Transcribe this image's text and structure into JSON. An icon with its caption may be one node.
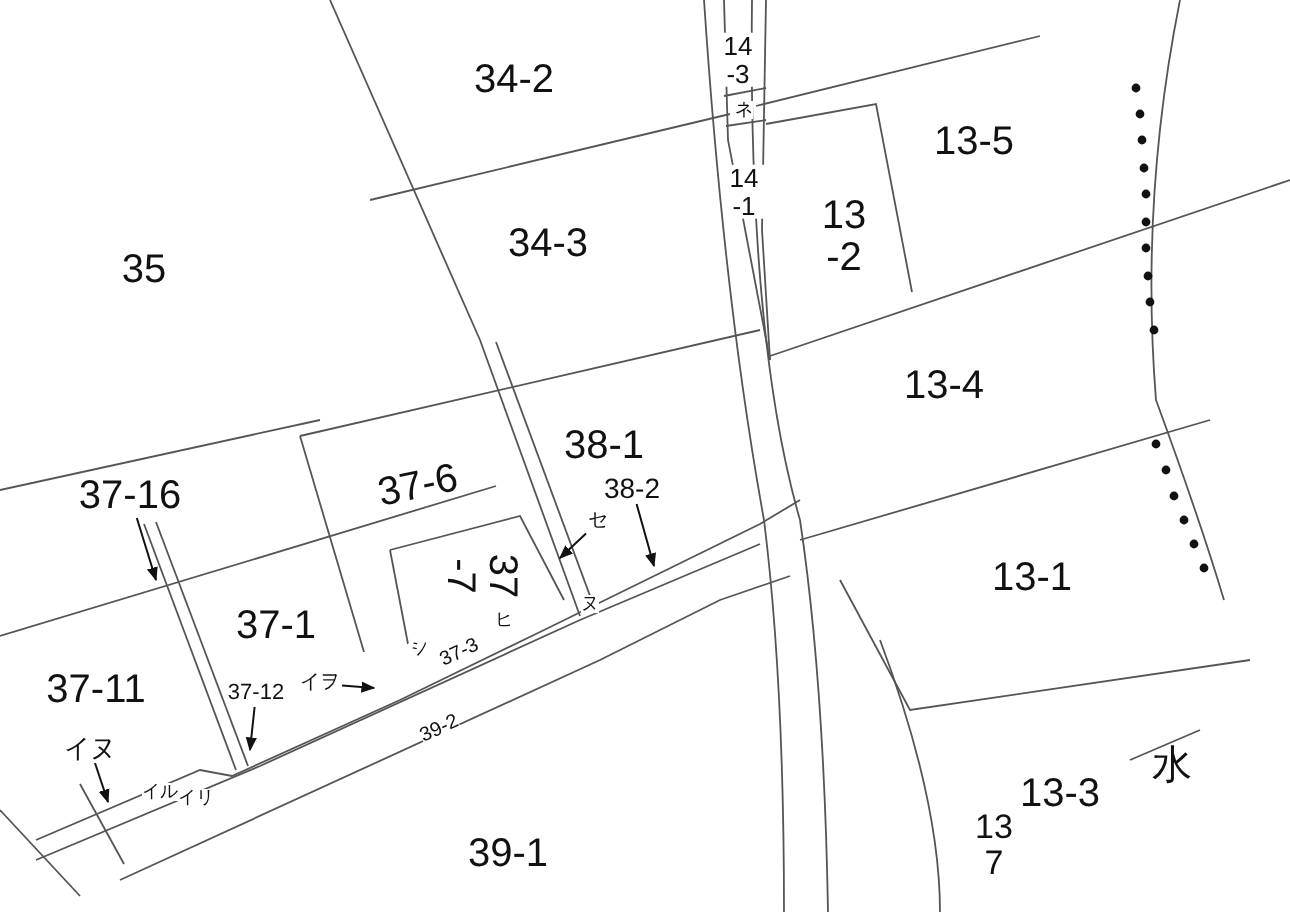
{
  "diagram": {
    "nodes": [
      {
        "text": [
          "37-16"
        ]
      },
      {
        "text": [
          "38-2"
        ]
      },
      {
        "text": [
          "セ"
        ]
      },
      {
        "text": [
          "イヲ"
        ]
      },
      {
        "text": [
          "37-12"
        ]
      },
      {
        "text": [
          "イヌ"
        ]
      }
    ],
    "edges": [
      {
        "from": 0,
        "to": null,
        "arrow": "to"
      },
      {
        "from": 1,
        "to": null,
        "arrow": "to"
      },
      {
        "from": 2,
        "to": null,
        "arrow": "to"
      },
      {
        "from": 3,
        "to": null,
        "arrow": "to"
      },
      {
        "from": 4,
        "to": null,
        "arrow": "to"
      },
      {
        "from": 5,
        "to": null,
        "arrow": "to"
      }
    ],
    "labels": [
      "14 -3",
      "34-2",
      "ネ",
      "13-5",
      "14 -1",
      "13 -2",
      "35",
      "34-3",
      "13-4",
      "37-6",
      "38-1",
      "37 -7",
      "ヌ",
      "ヒ",
      "13-1",
      "37-1",
      "シ",
      "37-3",
      "37-11",
      "39-2",
      "イル",
      "イリ",
      "水",
      "13-3",
      "13 7",
      "39-1"
    ]
  }
}
